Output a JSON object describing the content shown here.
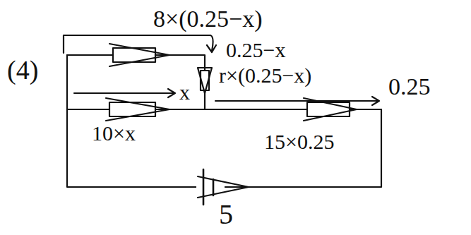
{
  "diagram": {
    "labels": [
      "(4)",
      "8×(0.25−x)",
      "0.25−x",
      "x",
      "r×(0.25−x)",
      "0.25",
      "10×x",
      "15×0.25",
      "5"
    ]
  }
}
